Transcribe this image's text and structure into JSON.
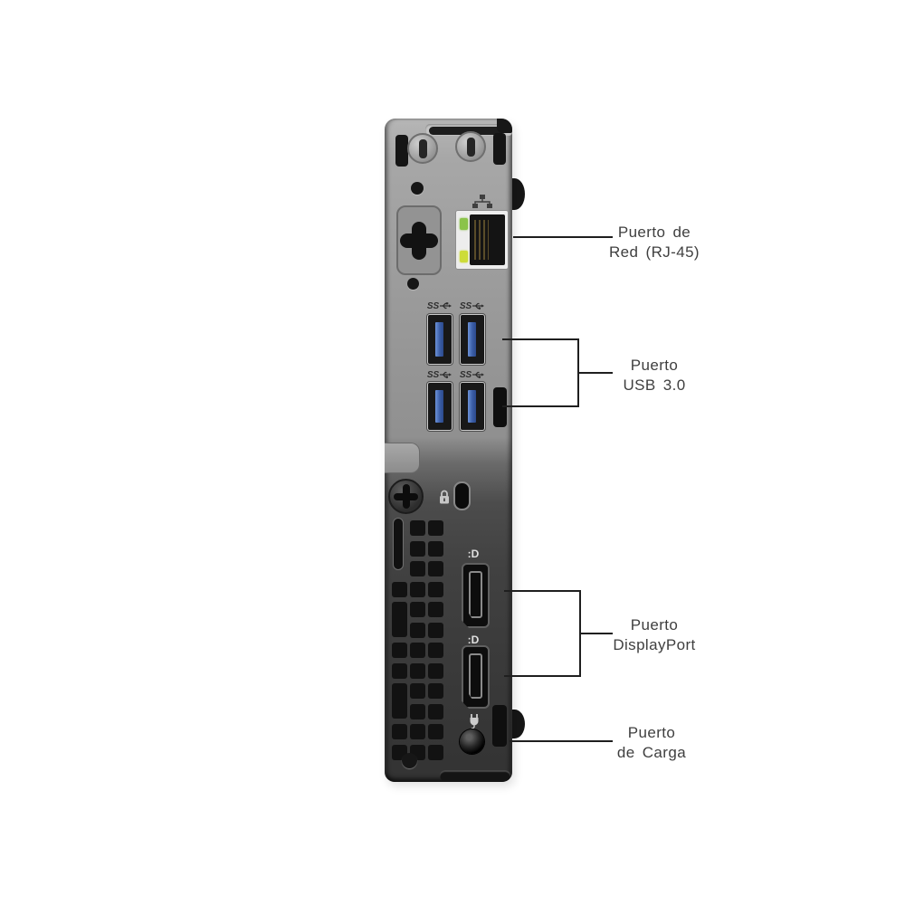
{
  "meta": {
    "background_color": "#ffffff",
    "label_color": "#3f3f3f",
    "callout_line_color": "#1f1f1f"
  },
  "device": {
    "description": "Rear panel of a mini desktop PC",
    "colors": {
      "body_top": "#b2b2b2",
      "body_bottom": "#333333",
      "usb_blue": "#3b5ea7",
      "led_green": "#8bc34a",
      "led_amber": "#cddc39"
    },
    "ports": {
      "network": {
        "icon": "ethernet-network-icon",
        "count": 1
      },
      "usb": {
        "badge": "SS",
        "count": 4,
        "icons": [
          "usb3-powershare-icon",
          "usb3-icon",
          "usb3-icon",
          "usb3-icon"
        ]
      },
      "displayport": {
        "badge": ":D",
        "count": 2,
        "icon": "displayport-icon"
      },
      "power": {
        "icon": "power-plug-icon",
        "count": 1
      },
      "security_lock": {
        "icon": "padlock-icon",
        "count": 1
      }
    }
  },
  "callouts": {
    "network": {
      "line1": "Puerto de",
      "line2": "Red (RJ-45)"
    },
    "usb": {
      "line1": "Puerto",
      "line2": "USB 3.0"
    },
    "displayport": {
      "line1": "Puerto",
      "line2": "DisplayPort"
    },
    "power": {
      "line1": "Puerto",
      "line2": "de Carga"
    }
  }
}
